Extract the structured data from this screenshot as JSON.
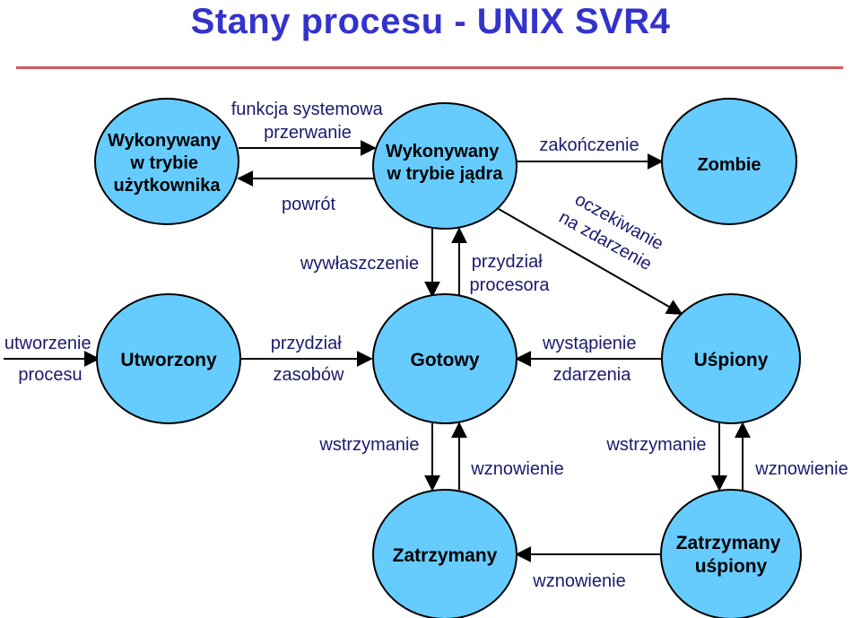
{
  "title": "Stany procesu - UNIX SVR4",
  "colors": {
    "title": "#3333cc",
    "node_fill": "#66ccff",
    "edge_label": "#1a1a6e",
    "rule": "#d35a5a"
  },
  "nodes": {
    "user_mode": [
      "Wykonywany",
      "w trybie",
      "użytkownika"
    ],
    "kernel_mode": [
      "Wykonywany",
      "w trybie jądra"
    ],
    "zombie": [
      "Zombie"
    ],
    "created": [
      "Utworzony"
    ],
    "ready": [
      "Gotowy"
    ],
    "sleeping": [
      "Uśpiony"
    ],
    "stopped": [
      "Zatrzymany"
    ],
    "stopped_sleeping": [
      "Zatrzymany",
      "uśpiony"
    ]
  },
  "edges": {
    "syscall": [
      "funkcja systemowa",
      "przerwanie"
    ],
    "return": "powrót",
    "termination": "zakończenie",
    "wait_event": [
      "oczekiwanie",
      "na zdarzenie"
    ],
    "preemption": "wywłaszczenie",
    "cpu_assign": [
      "przydział",
      "procesora"
    ],
    "process_creation": [
      "utworzenie",
      "procesu"
    ],
    "resource_assign": [
      "przydział",
      "zasobów"
    ],
    "event_occurrence": [
      "wystąpienie",
      "zdarzenia"
    ],
    "stop_ready": "wstrzymanie",
    "resume_ready": "wznowienie",
    "stop_sleeping": "wstrzymanie",
    "resume_sleeping": "wznowienie",
    "resume_stopped": "wznowienie"
  }
}
